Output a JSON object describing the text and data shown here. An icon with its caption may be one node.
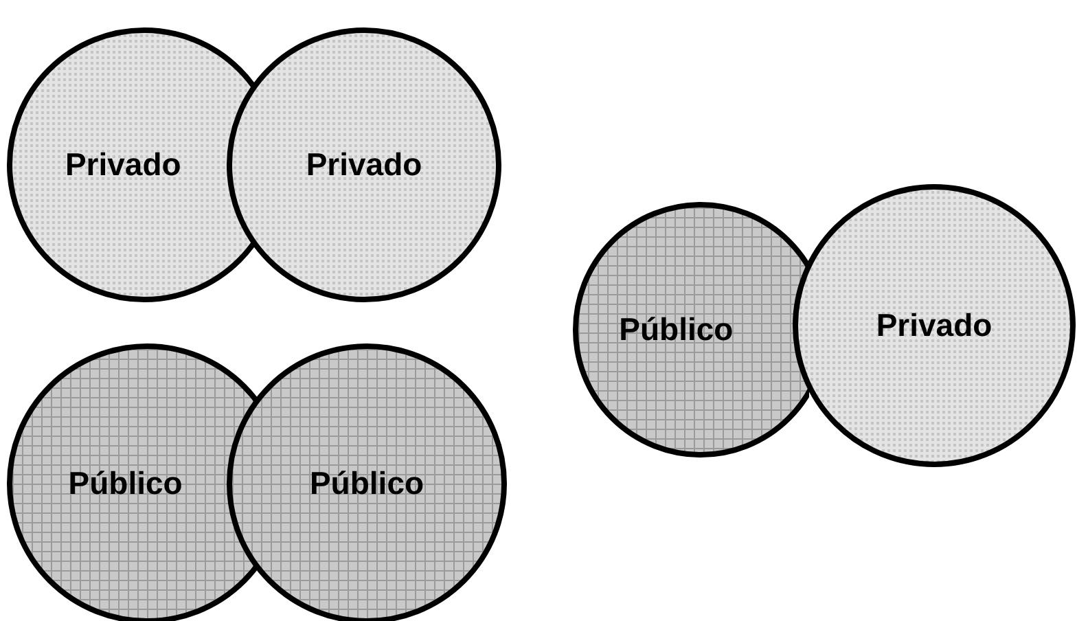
{
  "diagram": {
    "nodes": [
      {
        "text": [
          "Privado"
        ]
      },
      {
        "text": [
          "Privado"
        ]
      },
      {
        "text": [
          "Público"
        ]
      },
      {
        "text": [
          "Privado"
        ]
      },
      {
        "text": [
          "Público"
        ]
      },
      {
        "text": [
          "Público"
        ]
      }
    ]
  }
}
